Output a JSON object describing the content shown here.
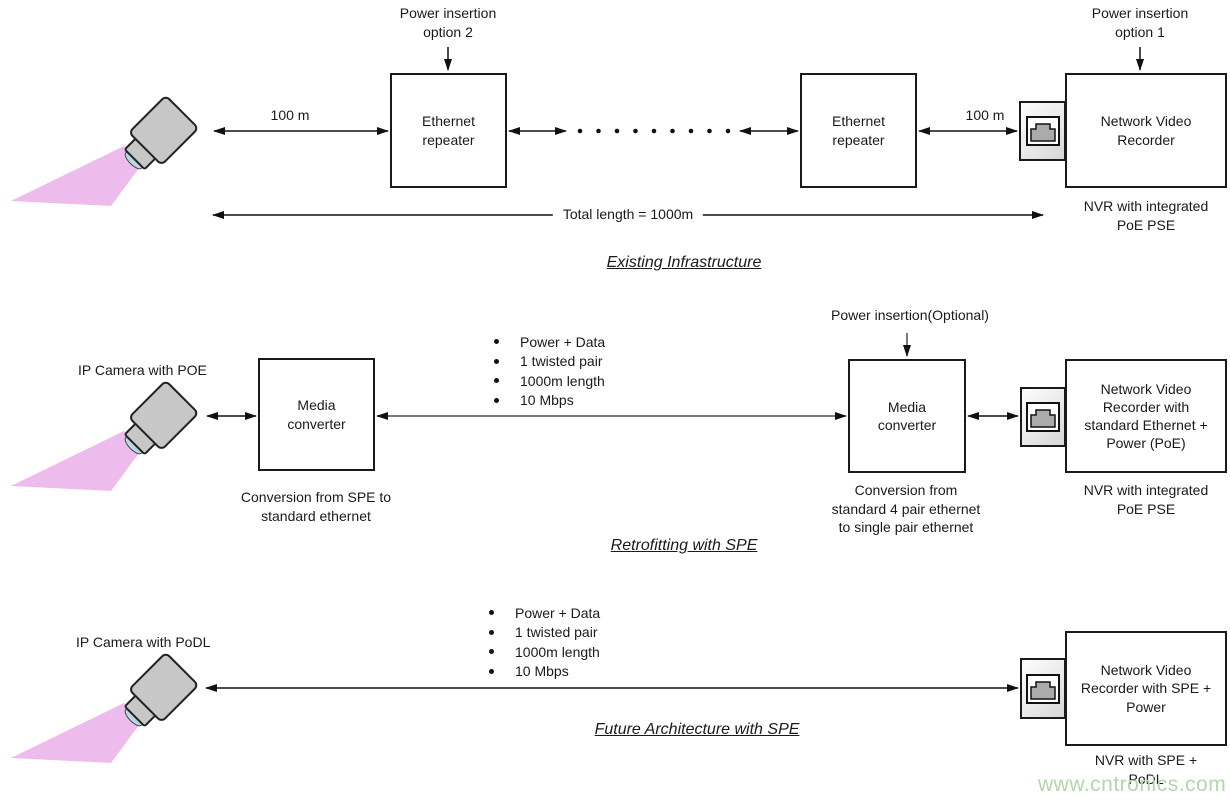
{
  "watermark": "www.cntronics.com",
  "colors": {
    "line": "#111111",
    "gray_line": "#4d4d4d",
    "camera_body": "#c7c7c7",
    "camera_beam": "#edbcec",
    "camera_lens": "#b9d8e4",
    "jack_plug": "#ababab",
    "watermark_green": "#b2d7ab"
  },
  "existing": {
    "title": "Existing Infrastructure",
    "power_insertion_option2": "Power insertion option 2",
    "power_insertion_option1": "Power insertion option 1",
    "distance_left": "100 m",
    "distance_right": "100 m",
    "repeater1_label": "Ethernet repeater",
    "repeater2_label": "Ethernet repeater",
    "nvr_label": "Network Video Recorder",
    "nvr_caption": "NVR with integrated PoE PSE",
    "total_length_label": "Total length = 1000m"
  },
  "retrofit": {
    "title": "Retrofitting with SPE",
    "camera_label": "IP Camera with POE",
    "bullets": [
      "Power + Data",
      "1 twisted pair",
      "1000m length",
      "10 Mbps"
    ],
    "power_insertion_optional": "Power insertion(Optional)",
    "media_converter1_label": "Media converter",
    "media_converter1_caption": "Conversion from SPE to standard ethernet",
    "media_converter2_label": "Media converter",
    "media_converter2_caption": "Conversion from standard 4 pair ethernet to single pair ethernet",
    "nvr_label": "Network Video Recorder with standard Ethernet + Power (PoE)",
    "nvr_caption": "NVR with integrated PoE PSE"
  },
  "future": {
    "title": "Future Architecture with SPE",
    "camera_label": "IP Camera with PoDL",
    "bullets": [
      "Power + Data",
      "1 twisted pair",
      "1000m length",
      "10 Mbps"
    ],
    "nvr_label": "Network Video Recorder with SPE + Power",
    "nvr_caption": "NVR with SPE + PoDL"
  }
}
